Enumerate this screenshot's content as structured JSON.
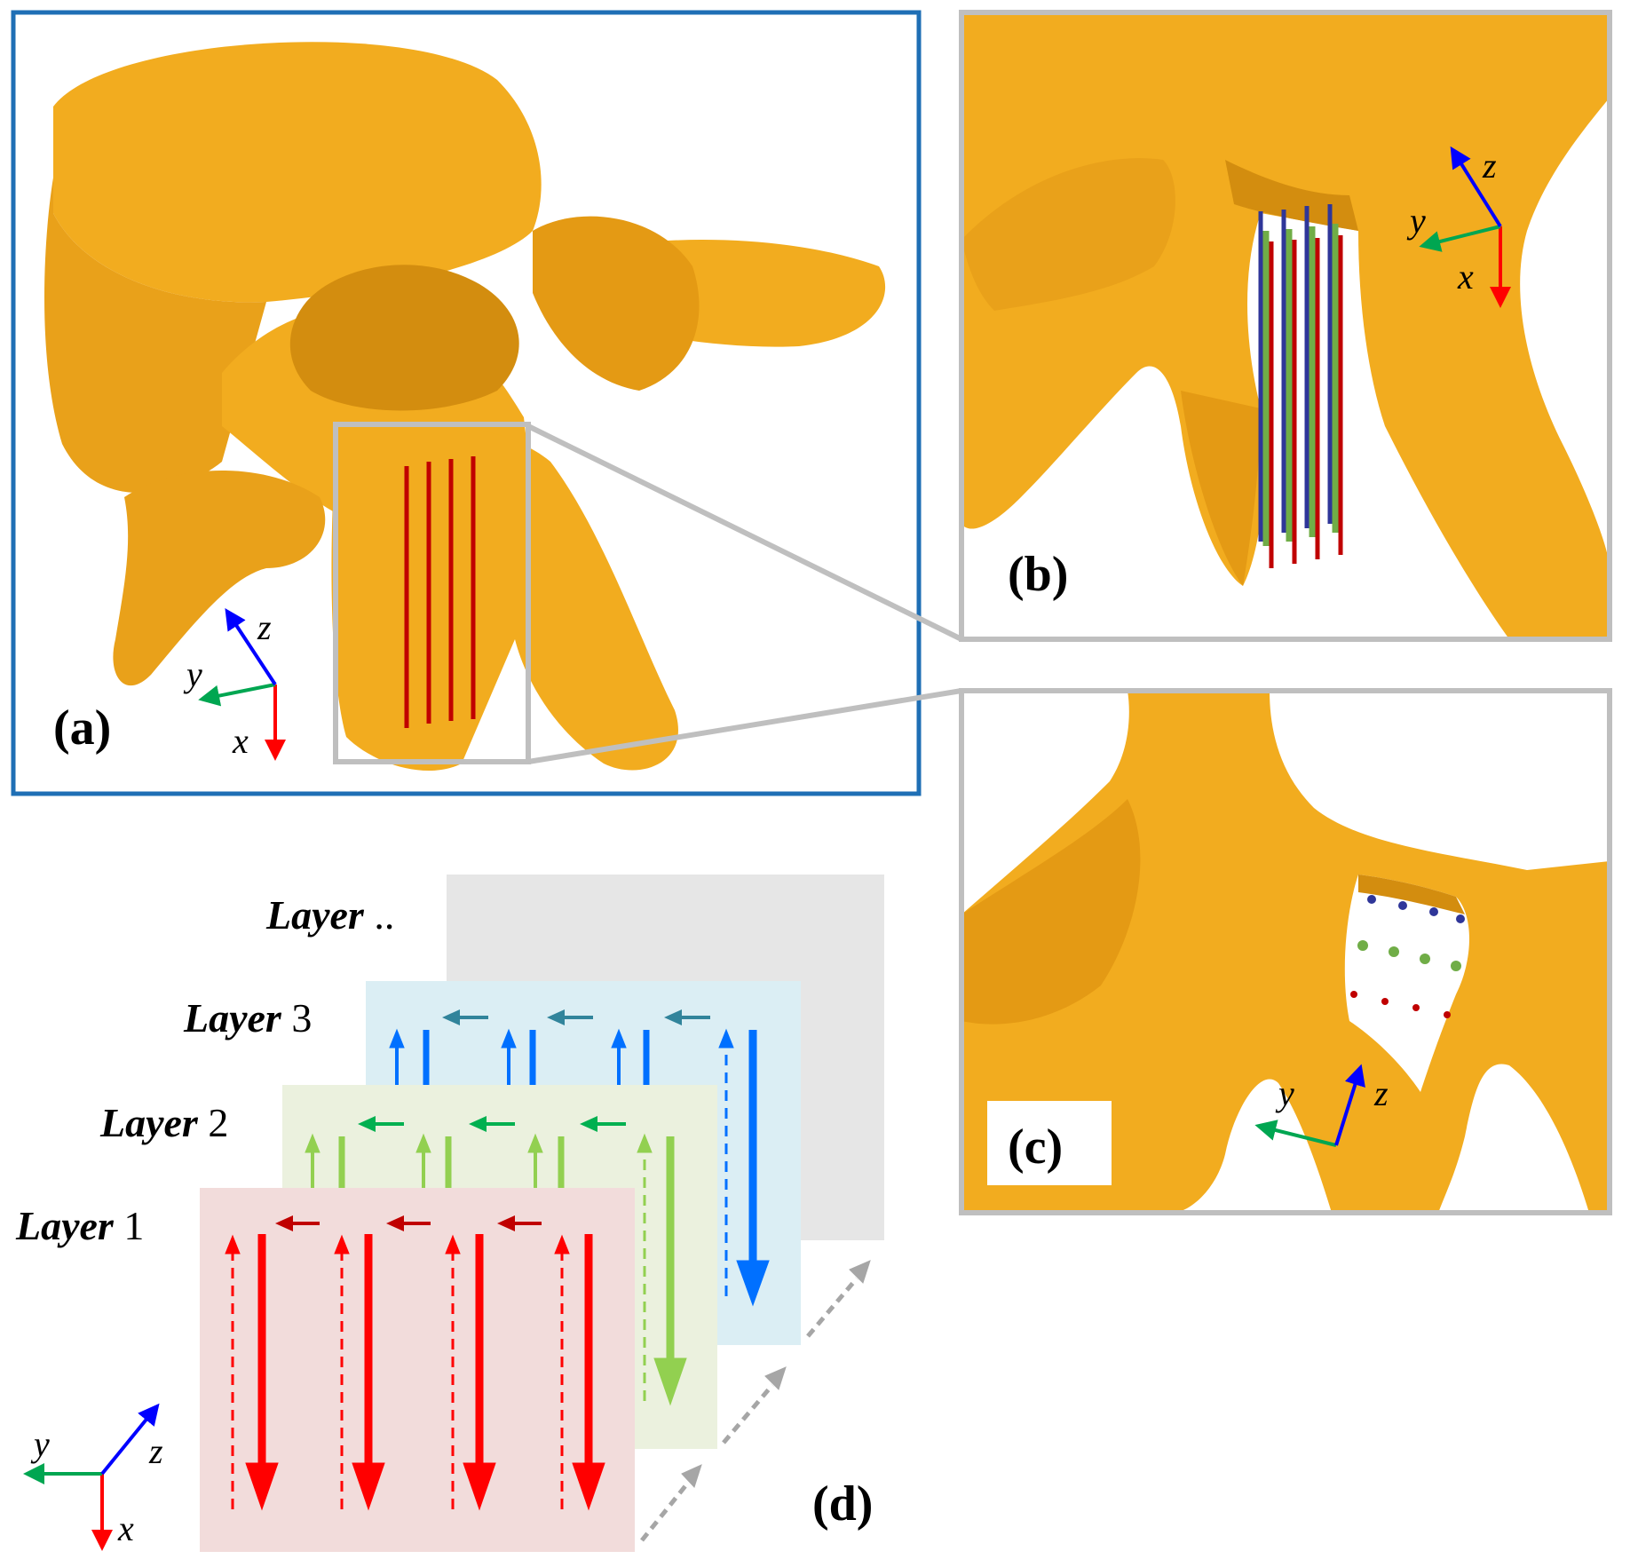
{
  "panels": {
    "a": {
      "label": "(a)"
    },
    "b": {
      "label": "(b)"
    },
    "c": {
      "label": "(c)"
    },
    "d": {
      "label": "(d)"
    }
  },
  "axes": {
    "x": "x",
    "y": "y",
    "z": "z"
  },
  "layers": [
    {
      "name": "Layer",
      "index": "1",
      "color": "#ff0000",
      "fill": "#f2dcdb"
    },
    {
      "name": "Layer",
      "index": "2",
      "color": "#92d050",
      "fill": "#ebf1de"
    },
    {
      "name": "Layer",
      "index": "3",
      "color": "#0070ff",
      "fill": "#dbeef4"
    },
    {
      "name": "Layer",
      "index": "..",
      "color": "#999999",
      "fill": "#e6e6e6"
    }
  ],
  "colors": {
    "bone": "#f2ac1f",
    "bone_shadow": "#d38d0f",
    "panel_a_border": "#1f6fb5",
    "panel_border": "#bfbfbf",
    "axis_x": "#ff0000",
    "axis_y": "#00a651",
    "axis_z": "#0000ff",
    "path_red": "#c00000",
    "path_green": "#70ad47",
    "path_blue": "#2f3699"
  }
}
